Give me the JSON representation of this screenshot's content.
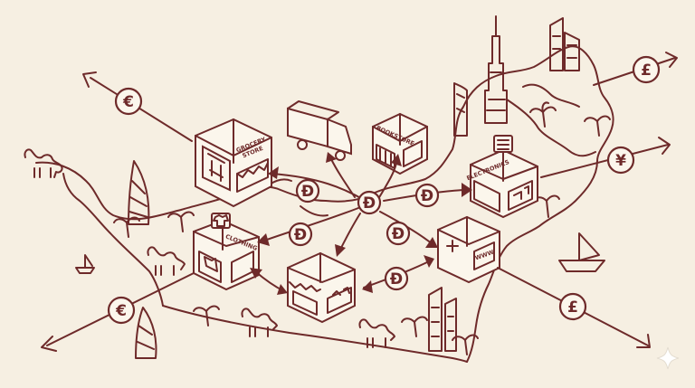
{
  "palette": {
    "ink": "#6e2a2a",
    "paper": "#f6efe2"
  },
  "currencies": {
    "dirham": "Đ",
    "euro": "€",
    "pound": "£",
    "yen": "¥"
  },
  "stores": {
    "grocery": {
      "line1": "GROCERY",
      "line2": "STORE"
    },
    "bookstore": {
      "label": "BOOKSTORE"
    },
    "electronics": {
      "label": "ELECTRONICS"
    },
    "clothing": {
      "label": "CLOTHING"
    },
    "online": {
      "label": "WWW"
    }
  },
  "icons": [
    "camel-icon",
    "palm-icon",
    "skyscraper-icon",
    "boat-icon",
    "truck-icon",
    "sparkle-icon"
  ]
}
